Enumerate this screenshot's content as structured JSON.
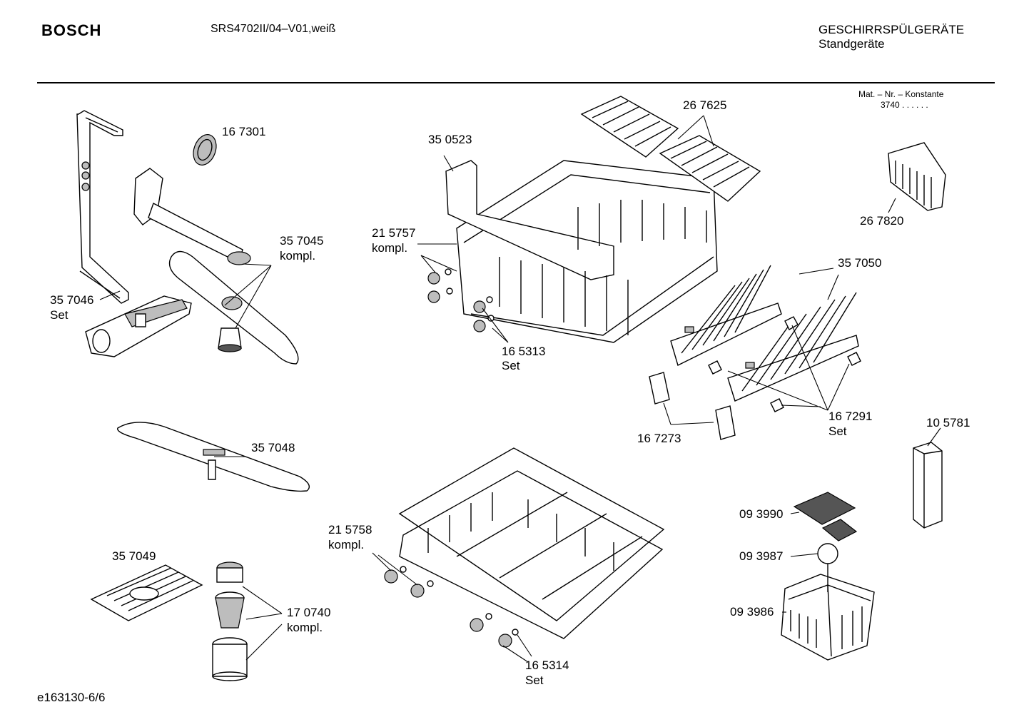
{
  "header": {
    "brand": "BOSCH",
    "model": "SRS4702II/04–V01,weiß",
    "category_line1": "GESCHIRRSPÜLGERÄTE",
    "category_line2": "Standgeräte",
    "mat_nr_label": "Mat. – Nr. – Konstante",
    "mat_nr_value": "3740 . . . . . ."
  },
  "footer": {
    "doc_id": "e163130-6/6"
  },
  "parts": [
    {
      "id": "167301",
      "line1": "16 7301",
      "line2": ""
    },
    {
      "id": "357045",
      "line1": "35 7045",
      "line2": "kompl."
    },
    {
      "id": "357046",
      "line1": "35 7046",
      "line2": "Set"
    },
    {
      "id": "350523",
      "line1": "35 0523",
      "line2": ""
    },
    {
      "id": "215757",
      "line1": "21 5757",
      "line2": "kompl."
    },
    {
      "id": "165313",
      "line1": "16 5313",
      "line2": "Set"
    },
    {
      "id": "267625",
      "line1": "26 7625",
      "line2": ""
    },
    {
      "id": "267820",
      "line1": "26 7820",
      "line2": ""
    },
    {
      "id": "357050",
      "line1": "35 7050",
      "line2": ""
    },
    {
      "id": "167273",
      "line1": "16 7273",
      "line2": ""
    },
    {
      "id": "167291",
      "line1": "16 7291",
      "line2": "Set"
    },
    {
      "id": "105781",
      "line1": "10 5781",
      "line2": ""
    },
    {
      "id": "357048",
      "line1": "35 7048",
      "line2": ""
    },
    {
      "id": "357049",
      "line1": "35 7049",
      "line2": ""
    },
    {
      "id": "170740",
      "line1": "17 0740",
      "line2": "kompl."
    },
    {
      "id": "215758",
      "line1": "21 5758",
      "line2": "kompl."
    },
    {
      "id": "165314",
      "line1": "16 5314",
      "line2": "Set"
    },
    {
      "id": "093990",
      "line1": "09 3990",
      "line2": ""
    },
    {
      "id": "093987",
      "line1": "09 3987",
      "line2": ""
    },
    {
      "id": "093986",
      "line1": "09 3986",
      "line2": ""
    }
  ]
}
